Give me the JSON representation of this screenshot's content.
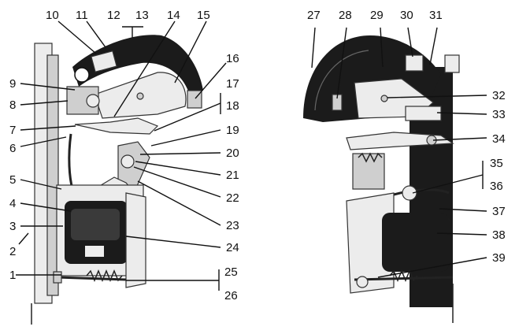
{
  "labels": [
    {
      "id": "1",
      "text": "1"
    },
    {
      "id": "2",
      "text": "2"
    },
    {
      "id": "3",
      "text": "3"
    },
    {
      "id": "4",
      "text": "4"
    },
    {
      "id": "5",
      "text": "5"
    },
    {
      "id": "6",
      "text": "6"
    },
    {
      "id": "7",
      "text": "7"
    },
    {
      "id": "8",
      "text": "8"
    },
    {
      "id": "9",
      "text": "9"
    },
    {
      "id": "10",
      "text": "10"
    },
    {
      "id": "11",
      "text": "11"
    },
    {
      "id": "12",
      "text": "12"
    },
    {
      "id": "13",
      "text": "13"
    },
    {
      "id": "14",
      "text": "14"
    },
    {
      "id": "15",
      "text": "15"
    },
    {
      "id": "16",
      "text": "16"
    },
    {
      "id": "17",
      "text": "17"
    },
    {
      "id": "18",
      "text": "18"
    },
    {
      "id": "19",
      "text": "19"
    },
    {
      "id": "20",
      "text": "20"
    },
    {
      "id": "21",
      "text": "21"
    },
    {
      "id": "22",
      "text": "22"
    },
    {
      "id": "23",
      "text": "23"
    },
    {
      "id": "24",
      "text": "24"
    },
    {
      "id": "25",
      "text": "25"
    },
    {
      "id": "26",
      "text": "26"
    },
    {
      "id": "27",
      "text": "27"
    },
    {
      "id": "28",
      "text": "28"
    },
    {
      "id": "29",
      "text": "29"
    },
    {
      "id": "30",
      "text": "30"
    },
    {
      "id": "31",
      "text": "31"
    },
    {
      "id": "32",
      "text": "32"
    },
    {
      "id": "33",
      "text": "33"
    },
    {
      "id": "34",
      "text": "34"
    },
    {
      "id": "35",
      "text": "35"
    },
    {
      "id": "36",
      "text": "36"
    },
    {
      "id": "37",
      "text": "37"
    },
    {
      "id": "38",
      "text": "38"
    },
    {
      "id": "39",
      "text": "39"
    }
  ]
}
